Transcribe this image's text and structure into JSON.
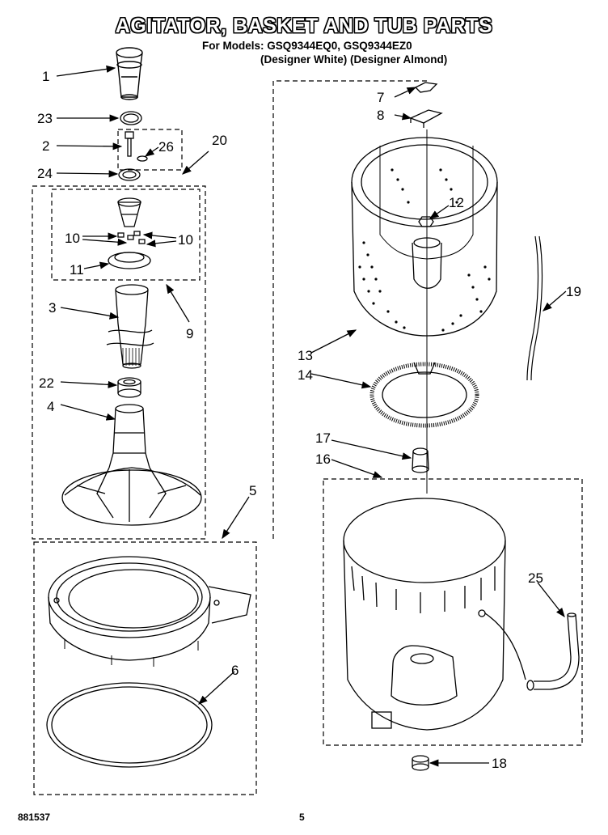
{
  "header": {
    "title": "AGITATOR, BASKET AND TUB PARTS",
    "models": "For Models: GSQ9344EQ0, GSQ9344EZ0",
    "variants": "(Designer White) (Designer Almond)"
  },
  "callouts": [
    "1",
    "23",
    "2",
    "26",
    "24",
    "20",
    "10",
    "10",
    "11",
    "3",
    "9",
    "22",
    "4",
    "5",
    "6",
    "7",
    "8",
    "12",
    "13",
    "14",
    "19",
    "17",
    "16",
    "25",
    "18"
  ],
  "footer": {
    "doc_number": "881537",
    "page_number": "5"
  }
}
